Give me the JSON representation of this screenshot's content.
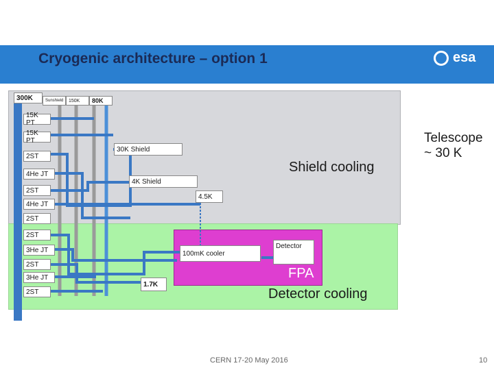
{
  "slide": {
    "title": "Cryogenic architecture – option 1",
    "logo": "esa",
    "footer_center": "CERN 17-20 May 2016",
    "page_number": "10"
  },
  "diagram": {
    "telescope_label_line1": "Telescope",
    "telescope_label_line2": "~ 30 K",
    "shield_zone_label": "Shield cooling",
    "detector_zone_label": "Detector cooling",
    "fpa_label": "FPA",
    "boxes": {
      "k300": "300K",
      "sunshield": "Sunshield",
      "k150": "150K",
      "k80": "80K",
      "shield30": "30K Shield",
      "shield4": "4K Shield",
      "k45": "4.5K",
      "mk100": "100mK cooler",
      "detector": "Detector",
      "k17": "1.7K"
    },
    "stages": [
      "15K PT",
      "15K PT",
      "2ST",
      "4He JT",
      "2ST",
      "4He JT",
      "2ST",
      "2ST",
      "3He JT",
      "2ST",
      "3He JT",
      "2ST"
    ]
  },
  "colors": {
    "header": "#2a7fd0",
    "shield_zone": "#d7d8dc",
    "detector_zone": "#abf3a6",
    "fpa": "#de3ed0",
    "pipe_blue": "#3a78c4",
    "pipe_grey": "#9a9a9a"
  }
}
